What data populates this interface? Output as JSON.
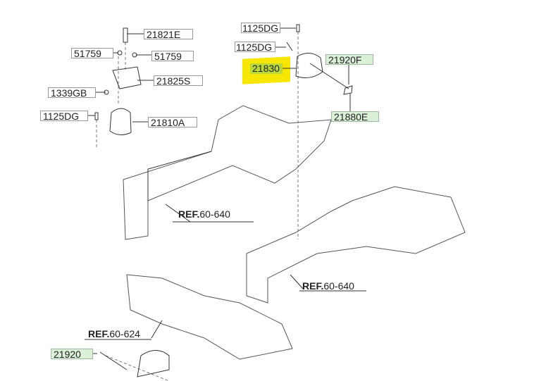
{
  "labels": {
    "p21821E": "21821E",
    "p51759a": "51759",
    "p51759b": "51759",
    "p21825S": "21825S",
    "p1339GB": "1339GB",
    "p1125DGa": "1125DG",
    "p21810A": "21810A",
    "p1125DGb": "1125DG",
    "p1125DGc": "1125DG",
    "p21830": "21830",
    "p21920F": "21920F",
    "p21880E": "21880E",
    "p21920": "21920"
  },
  "refs": {
    "r1": {
      "prefix": "REF.",
      "num": "60-640"
    },
    "r2": {
      "prefix": "REF.",
      "num": "60-640"
    },
    "r3": {
      "prefix": "REF.",
      "num": "60-624"
    }
  },
  "colors": {
    "highlight": "#f7e600",
    "label_green": "#dcefd8"
  }
}
